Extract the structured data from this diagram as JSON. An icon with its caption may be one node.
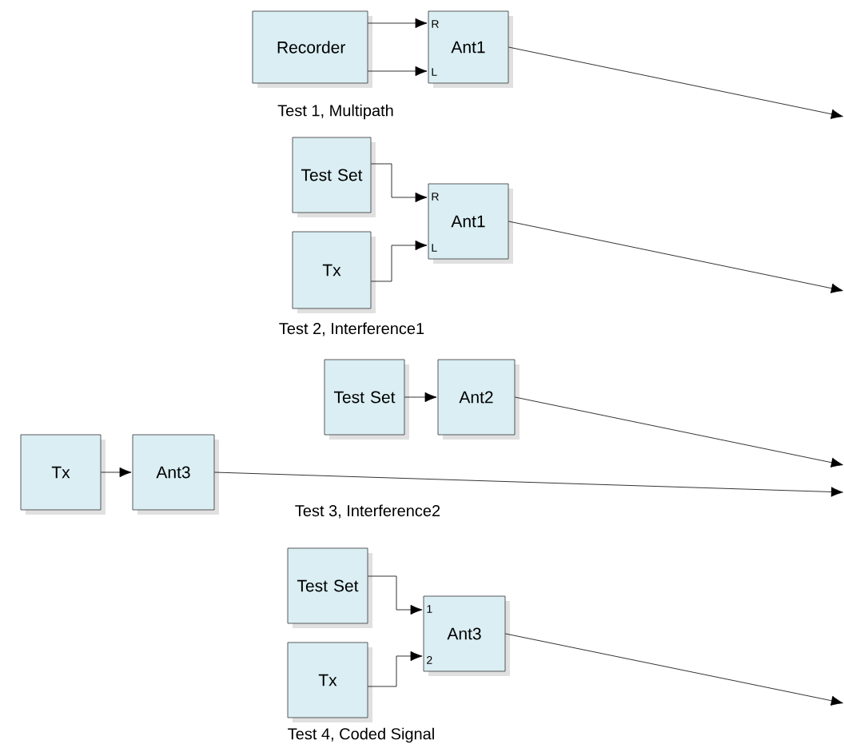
{
  "diagram": {
    "nodes": [
      {
        "text": [
          "Recorder"
        ]
      },
      {
        "text": [
          "Ant1",
          "R",
          "L"
        ]
      },
      {
        "text": [
          "Test Set"
        ]
      },
      {
        "text": [
          "Tx"
        ]
      },
      {
        "text": [
          "Ant1",
          "R",
          "L"
        ]
      },
      {
        "text": [
          "Test Set"
        ]
      },
      {
        "text": [
          "Ant2"
        ]
      },
      {
        "text": [
          "Tx"
        ]
      },
      {
        "text": [
          "Ant3"
        ]
      },
      {
        "text": [
          "Test Set"
        ]
      },
      {
        "text": [
          "Tx"
        ]
      },
      {
        "text": [
          "Ant3",
          "1",
          "2"
        ]
      }
    ],
    "edges": [
      {
        "from": 0,
        "to": 1,
        "arrow": "to"
      },
      {
        "from": 0,
        "to": 1,
        "arrow": "to"
      },
      {
        "from": 1,
        "to": null,
        "arrow": "to"
      },
      {
        "from": 2,
        "to": 4,
        "arrow": "to"
      },
      {
        "from": 3,
        "to": 4,
        "arrow": "to"
      },
      {
        "from": 4,
        "to": null,
        "arrow": "to"
      },
      {
        "from": 5,
        "to": 6,
        "arrow": "to"
      },
      {
        "from": 6,
        "to": null,
        "arrow": "to"
      },
      {
        "from": 7,
        "to": 8,
        "arrow": "to"
      },
      {
        "from": 8,
        "to": null,
        "arrow": "to"
      },
      {
        "from": 9,
        "to": 11,
        "arrow": "to"
      },
      {
        "from": 10,
        "to": 11,
        "arrow": "to"
      },
      {
        "from": 11,
        "to": null,
        "arrow": "to"
      }
    ],
    "labels": [
      "Test 1, Multipath",
      "Test 2, Interference1",
      "Test 3, Interference2",
      "Test 4, Coded Signal"
    ]
  }
}
